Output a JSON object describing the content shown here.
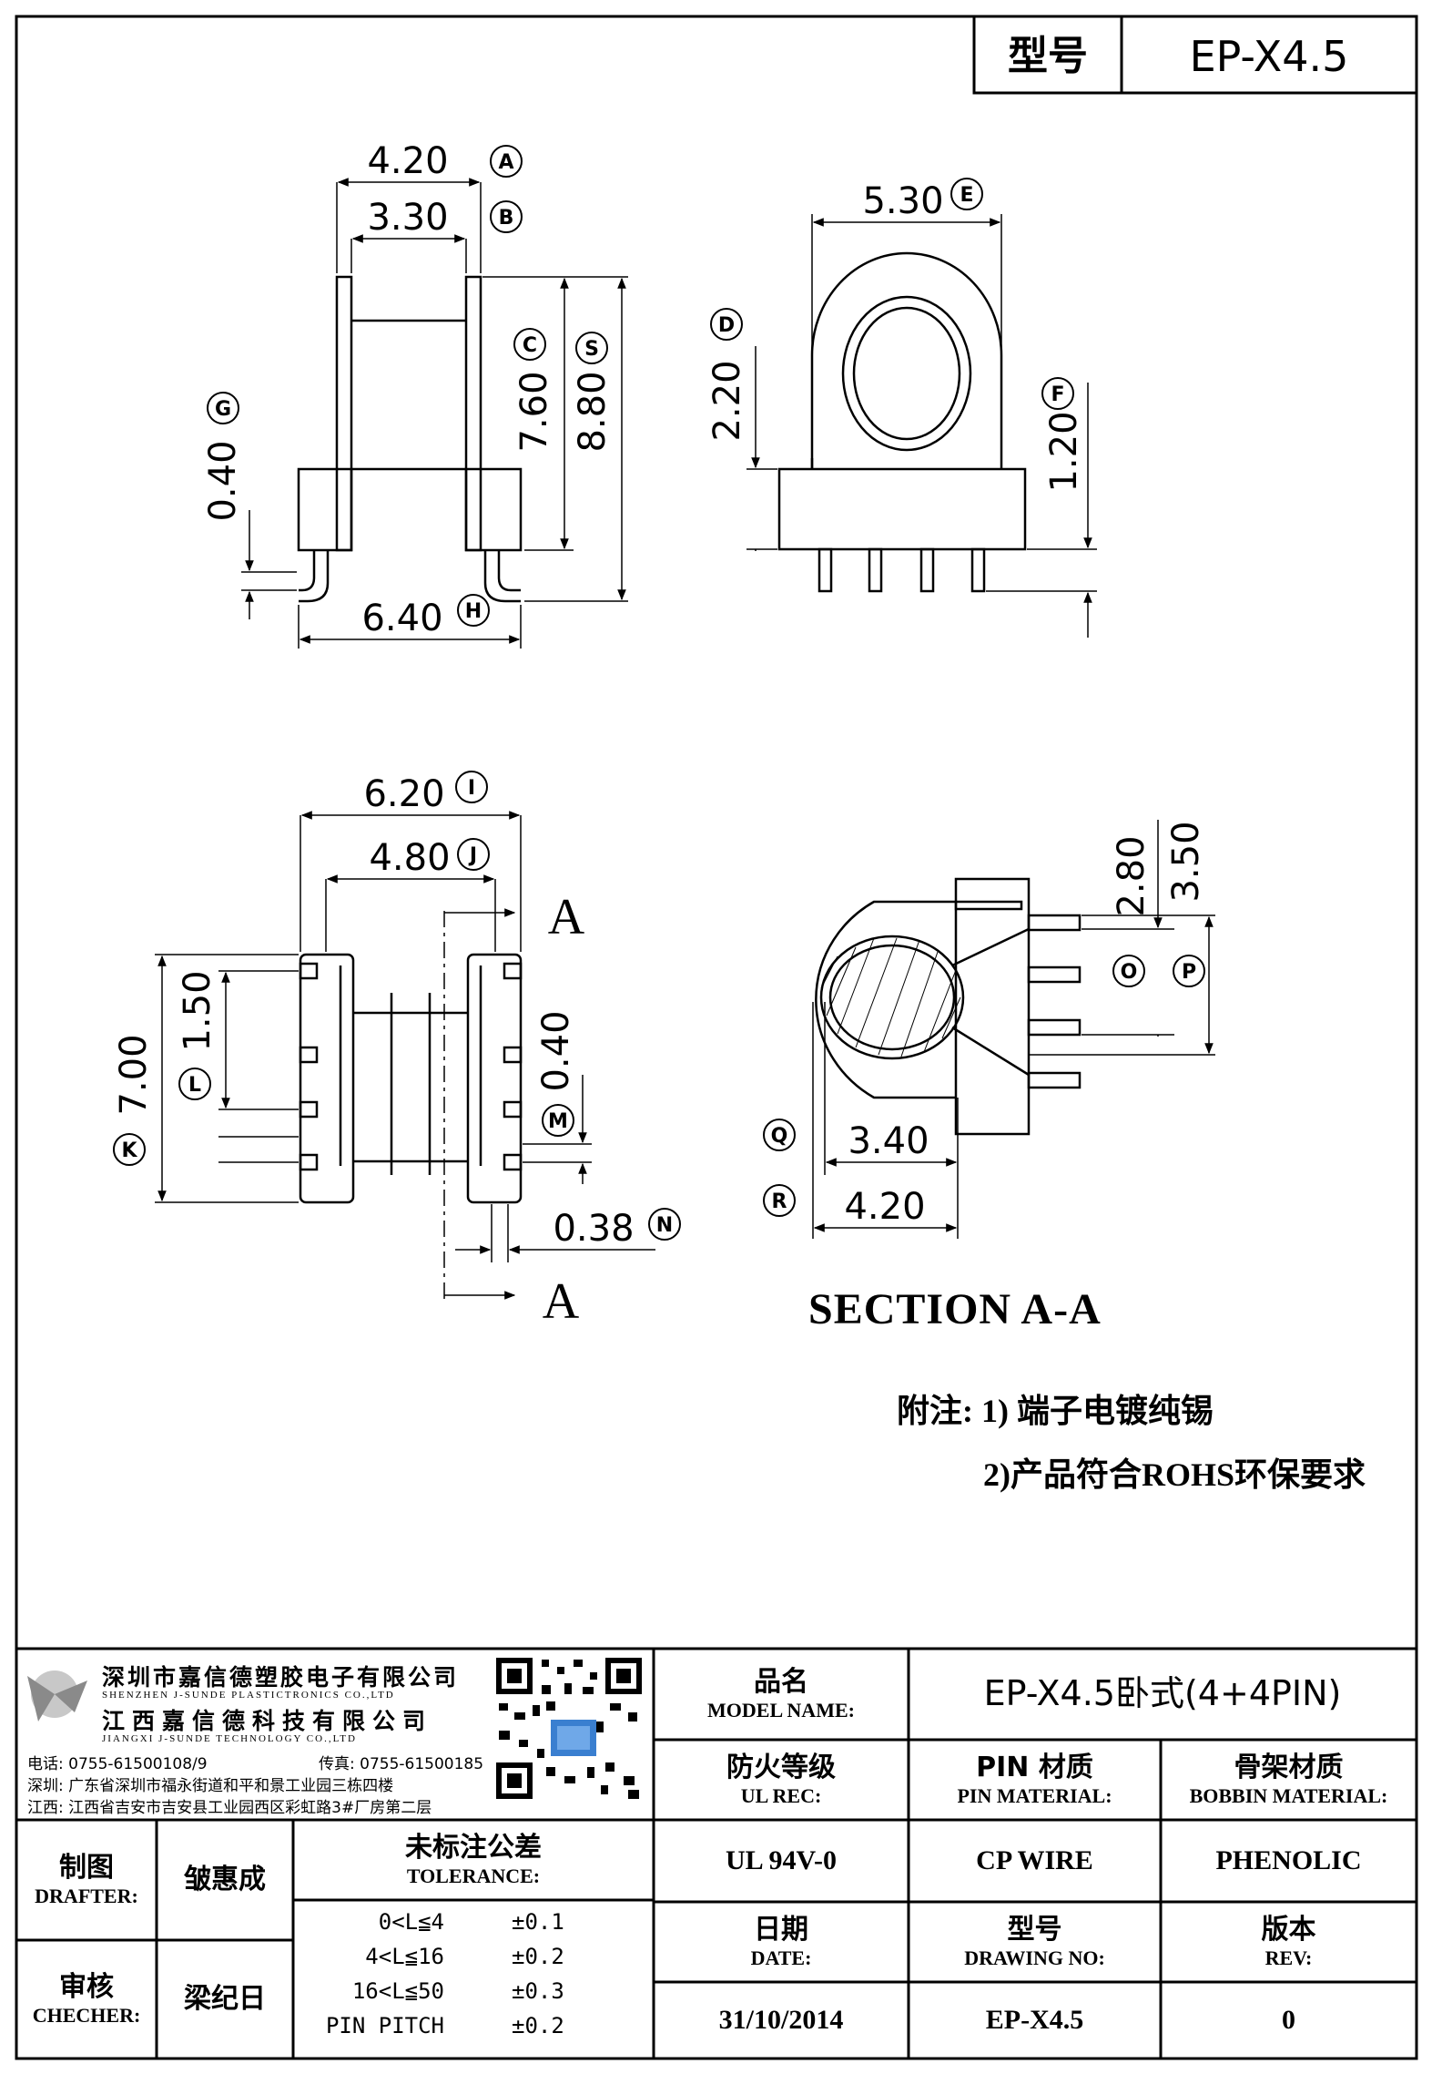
{
  "header": {
    "model_label": "型号",
    "model_value": "EP-X4.5"
  },
  "drawing": {
    "dims": {
      "A": "4.20",
      "B": "3.30",
      "C": "7.60",
      "S": "8.80",
      "G": "0.40",
      "H": "6.40",
      "E": "5.30",
      "D": "2.20",
      "F": "1.20",
      "I": "6.20",
      "J": "4.80",
      "K": "7.00",
      "L": "1.50",
      "M": "0.40",
      "N": "0.38",
      "O": "2.80",
      "P": "3.50",
      "Q": "3.40",
      "R": "4.20"
    },
    "section_mark": "A",
    "section_title": "SECTION A-A"
  },
  "notes": {
    "line1": "附注: 1) 端子电镀纯锡",
    "line2": "2)产品符合ROHS环保要求"
  },
  "company": {
    "name_cn_1": "深圳市嘉信德塑胶电子有限公司",
    "name_en_1": "SHENZHEN J-SUNDE PLASTICTRONICS CO.,LTD",
    "name_cn_2": "江西嘉信德科技有限公司",
    "name_en_2": "JIANGXI J-SUNDE TECHNOLOGY CO.,LTD",
    "phone": "电话: 0755-61500108/9",
    "fax": "传真: 0755-61500185",
    "addr_sz": "深圳: 广东省深圳市福永街道和平和景工业园三栋四楼",
    "addr_jx": "江西: 江西省吉安市吉安县工业园西区彩虹路3#厂房第二层"
  },
  "title_block": {
    "model_name_cn": "品名",
    "model_name_en": "MODEL NAME:",
    "model_name_value": "EP-X4.5卧式(4+4PIN)",
    "ul_cn": "防火等级",
    "ul_en": "UL REC:",
    "ul_value": "UL 94V-0",
    "pin_cn": "PIN 材质",
    "pin_en": "PIN MATERIAL:",
    "pin_value": "CP WIRE",
    "bobbin_cn": "骨架材质",
    "bobbin_en": "BOBBIN MATERIAL:",
    "bobbin_value": "PHENOLIC",
    "drafter_cn": "制图",
    "drafter_en": "DRAFTER:",
    "drafter_value": "皱惠成",
    "checker_cn": "审核",
    "checker_en": "CHECHER:",
    "checker_value": "梁纪日",
    "tol_cn": "未标注公差",
    "tol_en": "TOLERANCE:",
    "tol_rows": [
      {
        "range": "0<L≦4",
        "value": "±0.1"
      },
      {
        "range": "4<L≦16",
        "value": "±0.2"
      },
      {
        "range": "16<L≦50",
        "value": "±0.3"
      },
      {
        "range": "PIN PITCH",
        "value": "±0.2"
      }
    ],
    "date_cn": "日期",
    "date_en": "DATE:",
    "date_value": "31/10/2014",
    "dwg_cn": "型号",
    "dwg_en": "DRAWING NO:",
    "dwg_value": "EP-X4.5",
    "rev_cn": "版本",
    "rev_en": "REV:",
    "rev_value": "0"
  }
}
